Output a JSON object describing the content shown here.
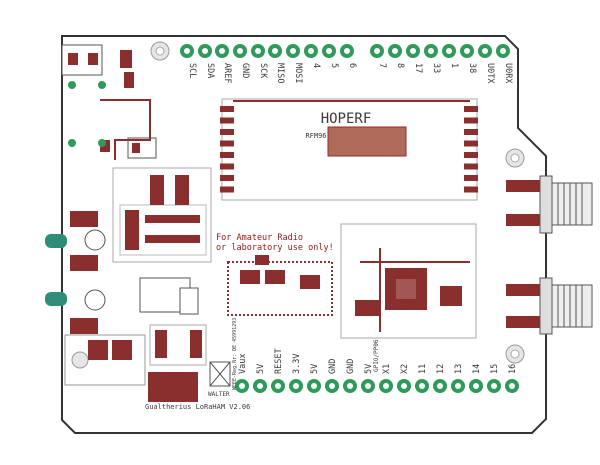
{
  "board": {
    "module_brand": "HOPERF",
    "module_part": "RFM96",
    "warning_line1": "For Amateur Radio",
    "warning_line2": "or laboratory use only!",
    "footer_label": "Gualtherius LoRaHAM V2.06",
    "weee_label": "WALTER",
    "reg_number": "WEEE-Reg.Nr: DE 45991293",
    "gpio_label": "GPIO/PP06"
  },
  "top_header": {
    "labels": [
      "SCL",
      "SDA",
      "AREF",
      "GND",
      "SCK",
      "MISO",
      "MOSI",
      "4",
      "5",
      "6",
      "7",
      "8",
      "17",
      "33",
      "1",
      "38",
      "U0TX",
      "U0RX"
    ]
  },
  "bottom_header": {
    "labels": [
      "Vaux",
      "5V",
      "RESET",
      "3.3V",
      "5V",
      "GND",
      "GND",
      "5V",
      "X1",
      "X2",
      "11",
      "12",
      "13",
      "14",
      "15",
      "16"
    ]
  },
  "colors": {
    "copper": "#8b2e2e",
    "pad_green": "#2f9a5a",
    "outline": "#333333",
    "silk": "#aaaaaa"
  }
}
